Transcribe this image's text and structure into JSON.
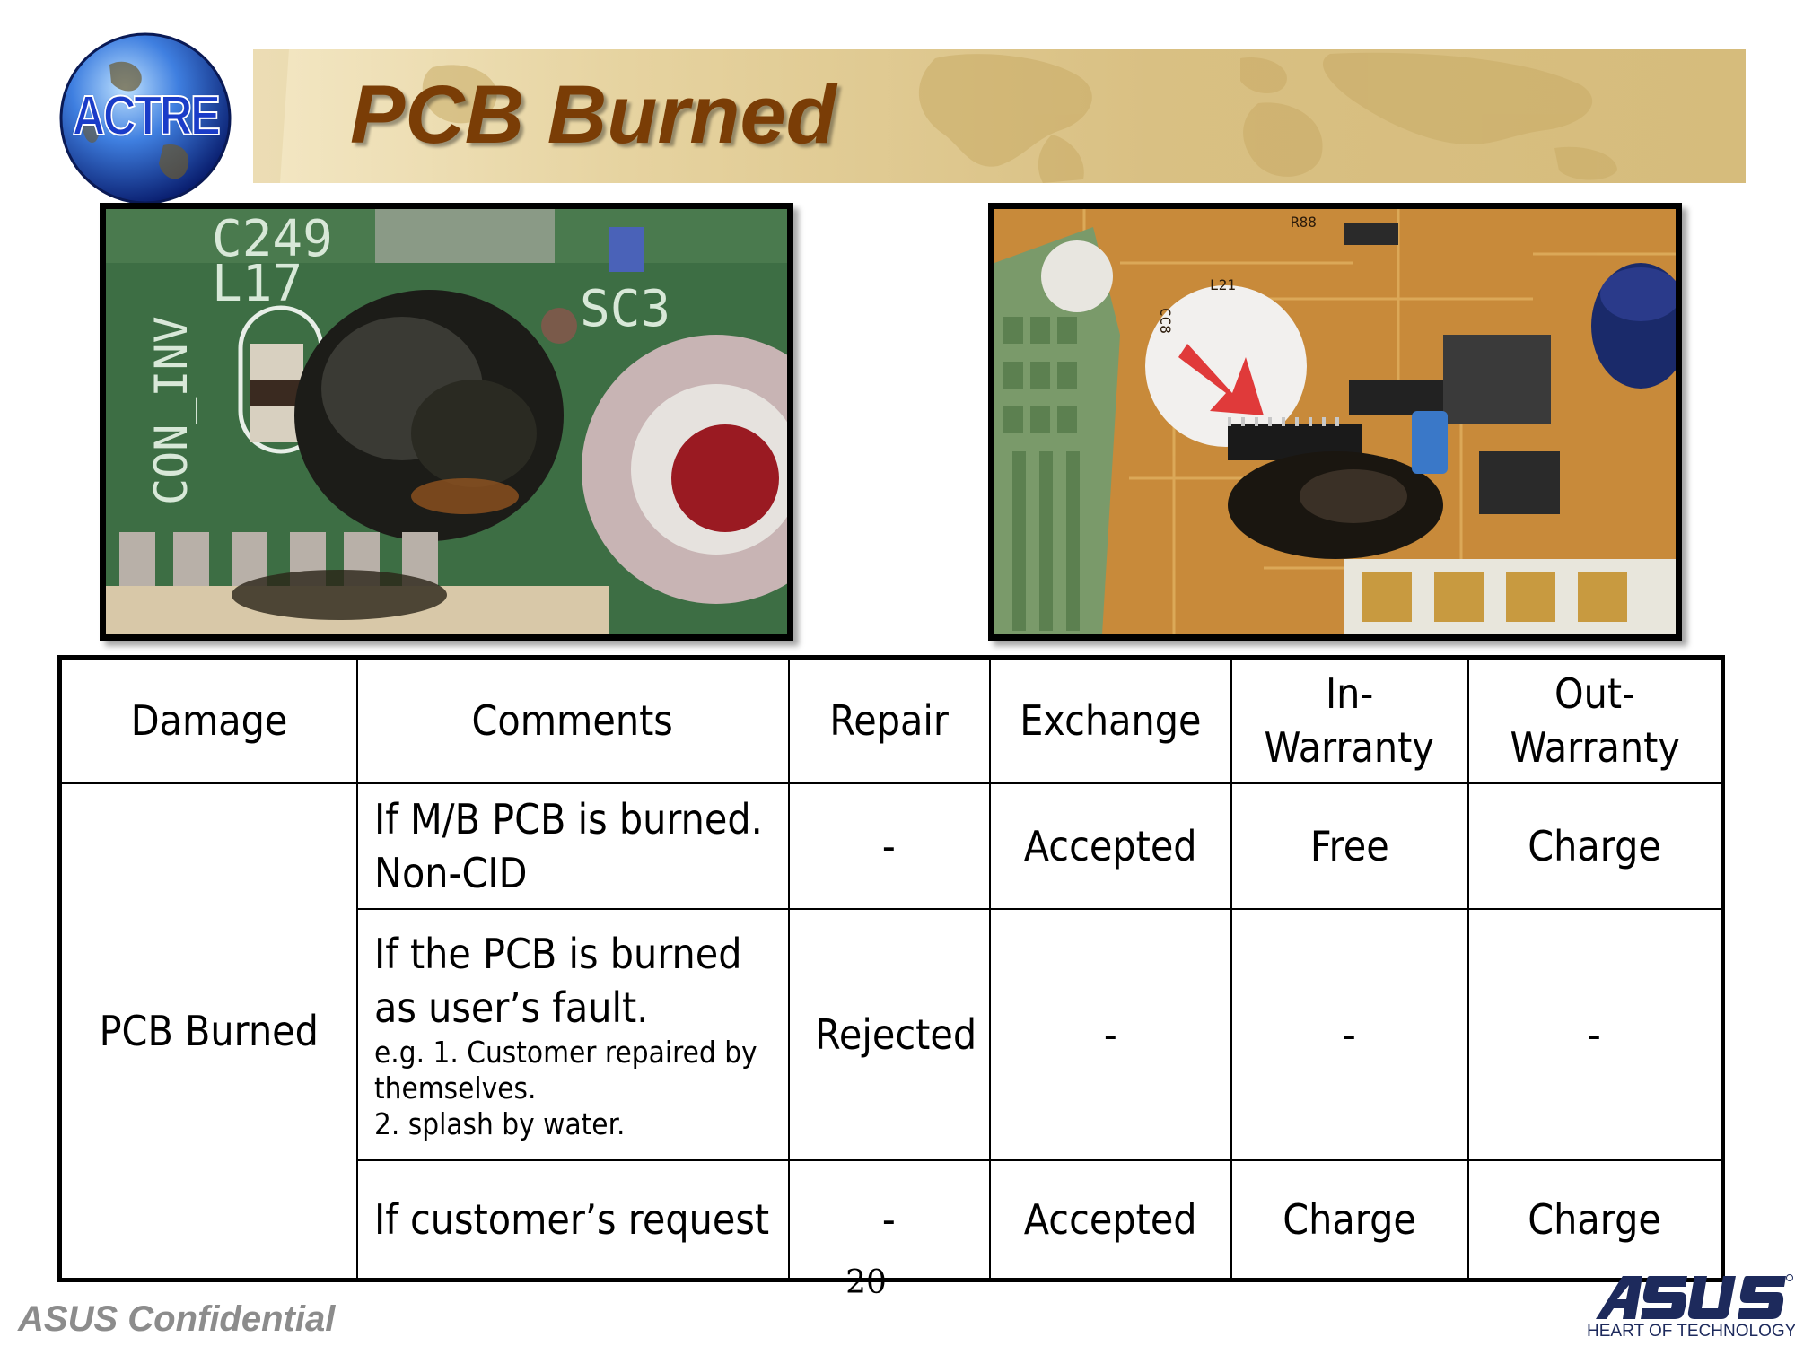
{
  "slide": {
    "title": "PCB Burned",
    "logo_text": "ACTRE",
    "page_number": "20",
    "confidential": "ASUS Confidential",
    "brand_tagline": "HEART OF TECHNOLOGY"
  },
  "photos": {
    "left_labels": [
      "C249",
      "L17",
      "SC3",
      "CON_INV"
    ],
    "right_labels": [
      "R88",
      "L21",
      "CC8"
    ]
  },
  "table": {
    "headers": {
      "damage": "Damage",
      "comments": "Comments",
      "repair": "Repair",
      "exchange": "Exchange",
      "in_warranty_line1": "In-",
      "in_warranty_line2": "Warranty",
      "out_warranty_line1": "Out-",
      "out_warranty_line2": "Warranty"
    },
    "damage_value": "PCB Burned",
    "rows": [
      {
        "comment_line1": "If M/B PCB is burned.",
        "comment_line2": "Non-CID",
        "repair": "-",
        "exchange": "Accepted",
        "in_warranty": "Free",
        "out_warranty": "Charge"
      },
      {
        "comment_line1": "If the PCB is burned",
        "comment_line2": "as user’s fault.",
        "note_line1": "e.g. 1. Customer repaired by",
        "note_line2": "themselves.",
        "note_line3": "2. splash by water.",
        "repair": "Rejected",
        "exchange": "-",
        "in_warranty": "-",
        "out_warranty": "-"
      },
      {
        "comment_line1": "If customer’s request",
        "repair": "-",
        "exchange": "Accepted",
        "in_warranty": "Charge",
        "out_warranty": "Charge"
      }
    ]
  },
  "colors": {
    "title": "#7a3d06",
    "banner": "#d9c083",
    "brand_blue": "#1d2a5c",
    "confidential": "#8c8c8c"
  }
}
